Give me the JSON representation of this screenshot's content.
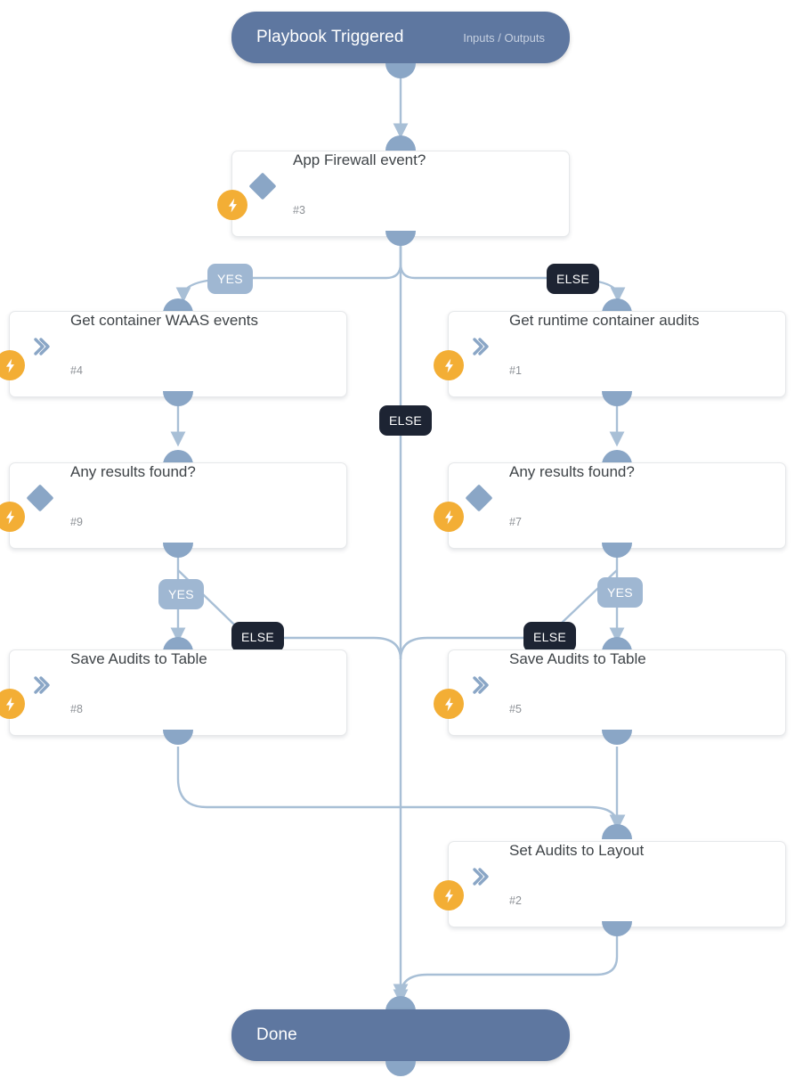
{
  "diagram": {
    "type": "playbook-flow",
    "title": "Playbook Triggered",
    "colors": {
      "terminal": "#5e77a0",
      "accent_port": "#8aa6c6",
      "edge": "#a8bfd6",
      "badge_yes": "#9fb7d2",
      "badge_else": "#1d2433",
      "bolt": "#f3ae35",
      "card_bg": "#ffffff",
      "card_border": "#e6e8ea",
      "canvas": "#ffffff"
    }
  },
  "start_node": {
    "label": "Playbook Triggered",
    "meta": "Inputs / Outputs"
  },
  "end_node": {
    "label": "Done"
  },
  "nodes": [
    {
      "key": "firewall_check",
      "label": "App Firewall event?",
      "id": "#3",
      "icon": "diamond-icon"
    },
    {
      "key": "waas_events",
      "label": "Get container WAAS events",
      "id": "#4",
      "icon": "chevron-icon"
    },
    {
      "key": "runtime_audits",
      "label": "Get runtime container audits",
      "id": "#1",
      "icon": "chevron-icon"
    },
    {
      "key": "results_left",
      "label": "Any results found?",
      "id": "#9",
      "icon": "diamond-icon"
    },
    {
      "key": "results_right",
      "label": "Any results found?",
      "id": "#7",
      "icon": "diamond-icon"
    },
    {
      "key": "save_left",
      "label": "Save Audits to Table",
      "id": "#8",
      "icon": "chevron-icon"
    },
    {
      "key": "save_right",
      "label": "Save Audits to Table",
      "id": "#5",
      "icon": "chevron-icon"
    },
    {
      "key": "set_layout",
      "label": "Set Audits to Layout",
      "id": "#2",
      "icon": "chevron-icon"
    }
  ],
  "branch_labels": [
    {
      "key": "yes_top_left",
      "text": "YES",
      "style": "yes"
    },
    {
      "key": "else_top_right",
      "text": "ELSE",
      "style": "else"
    },
    {
      "key": "else_top_center",
      "text": "ELSE",
      "style": "else"
    },
    {
      "key": "yes_mid_left",
      "text": "YES",
      "style": "yes"
    },
    {
      "key": "else_mid_left",
      "text": "ELSE",
      "style": "else"
    },
    {
      "key": "yes_mid_right",
      "text": "YES",
      "style": "yes"
    },
    {
      "key": "else_mid_right",
      "text": "ELSE",
      "style": "else"
    }
  ]
}
